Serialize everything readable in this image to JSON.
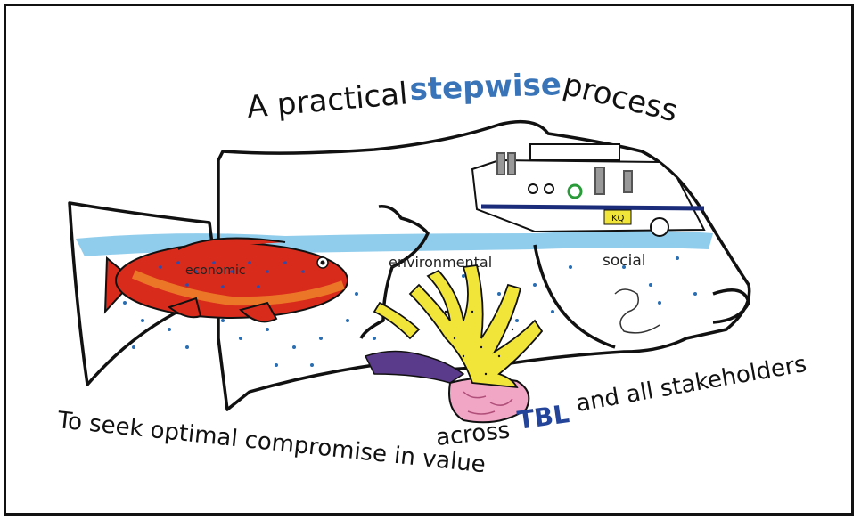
{
  "title": {
    "part1": "A practical",
    "highlight": "stepwise",
    "part2": "process"
  },
  "sections": {
    "economic": "economic",
    "environmental": "environmental",
    "social": "social"
  },
  "boat_label": "KQ",
  "caption": {
    "left": "To seek optimal compromise in value",
    "across": "across",
    "tbl": "TBL",
    "right": "and all stakeholders"
  },
  "colors": {
    "title_blue": "#3a74b8",
    "tbl_blue": "#24449a",
    "water": "#7cc4ea",
    "fish_red": "#d92b1c",
    "coral_yellow": "#f2e53a",
    "coral_pink": "#f2a6c6",
    "purple": "#5a3a8a"
  }
}
